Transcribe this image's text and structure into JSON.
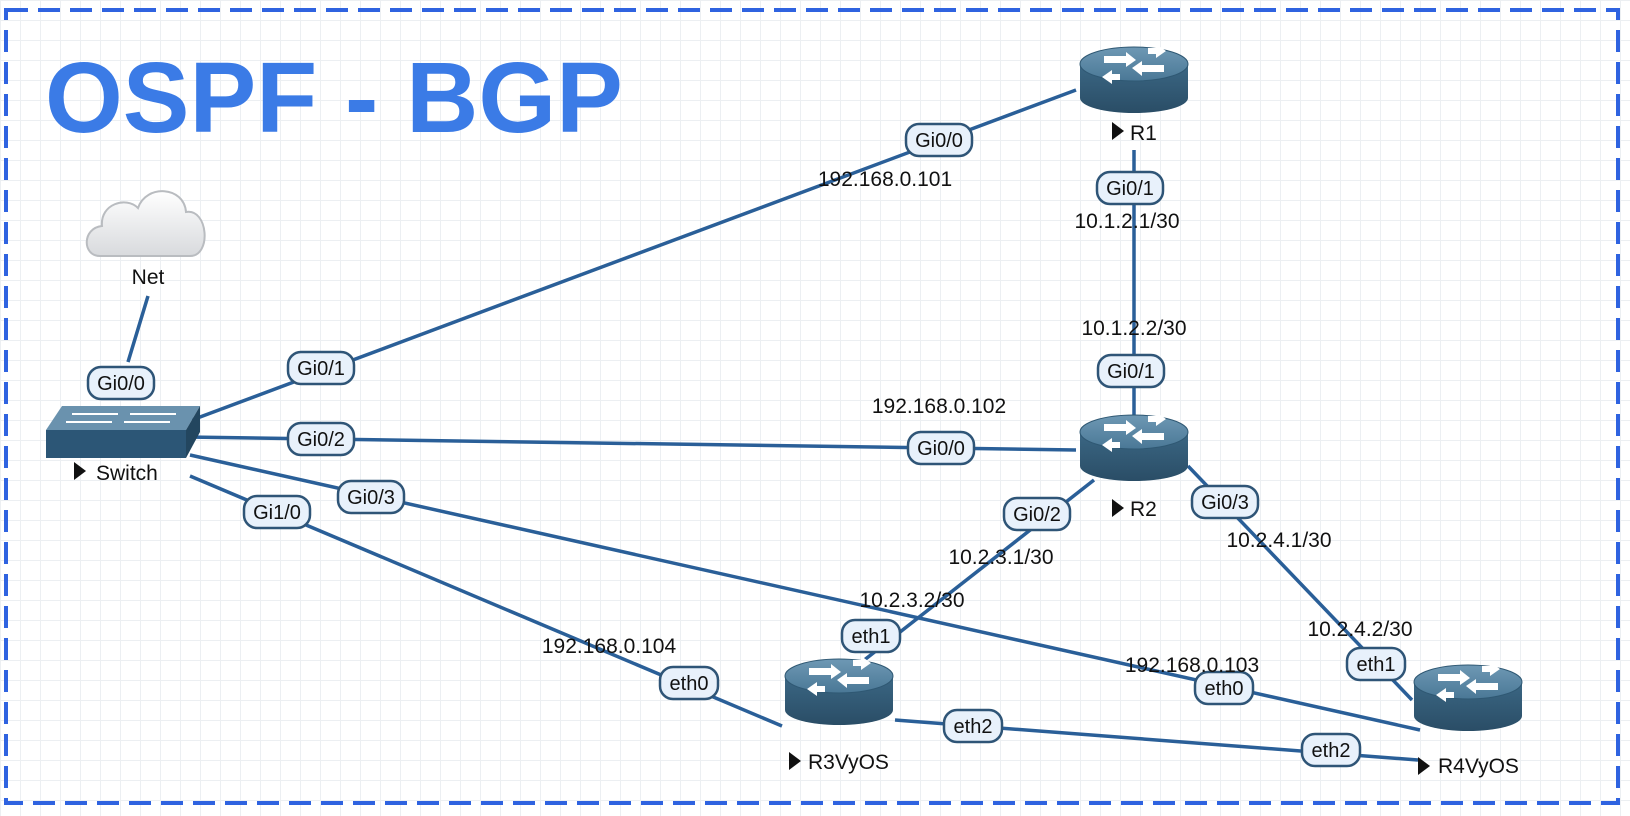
{
  "title": "OSPF - BGP",
  "colors": {
    "accent": "#3b7be6",
    "link": "#2a5f98",
    "device": "#3d6e8c",
    "frame": "#2f63e0"
  },
  "nodes": {
    "net": {
      "label": "Net",
      "icon": "cloud-icon"
    },
    "switch": {
      "label": "Switch",
      "icon": "switch-icon"
    },
    "r1": {
      "label": "R1",
      "icon": "router-icon"
    },
    "r2": {
      "label": "R2",
      "icon": "router-icon"
    },
    "r3": {
      "label": "R3VyOS",
      "icon": "router-icon"
    },
    "r4": {
      "label": "R4VyOS",
      "icon": "router-icon"
    }
  },
  "interfaces": {
    "sw_gi0_0": "Gi0/0",
    "sw_gi0_1": "Gi0/1",
    "sw_gi0_2": "Gi0/2",
    "sw_gi0_3": "Gi0/3",
    "sw_gi1_0": "Gi1/0",
    "r1_gi0_0": "Gi0/0",
    "r1_gi0_1": "Gi0/1",
    "r2_gi0_1": "Gi0/1",
    "r2_gi0_0": "Gi0/0",
    "r2_gi0_2": "Gi0/2",
    "r2_gi0_3": "Gi0/3",
    "r3_eth0": "eth0",
    "r3_eth1": "eth1",
    "r3_eth2": "eth2",
    "r4_eth0": "eth0",
    "r4_eth1": "eth1",
    "r4_eth2": "eth2"
  },
  "addresses": {
    "r1_mgmt": "192.168.0.101",
    "r1_gi0_1": "10.1.2.1/30",
    "r2_gi0_1": "10.1.2.2/30",
    "r2_mgmt": "192.168.0.102",
    "r2_gi0_2": "10.2.3.1/30",
    "r3_eth1": "10.2.3.2/30",
    "r2_gi0_3": "10.2.4.1/30",
    "r4_eth1": "10.2.4.2/30",
    "r3_mgmt": "192.168.0.104",
    "r4_mgmt": "192.168.0.103"
  }
}
